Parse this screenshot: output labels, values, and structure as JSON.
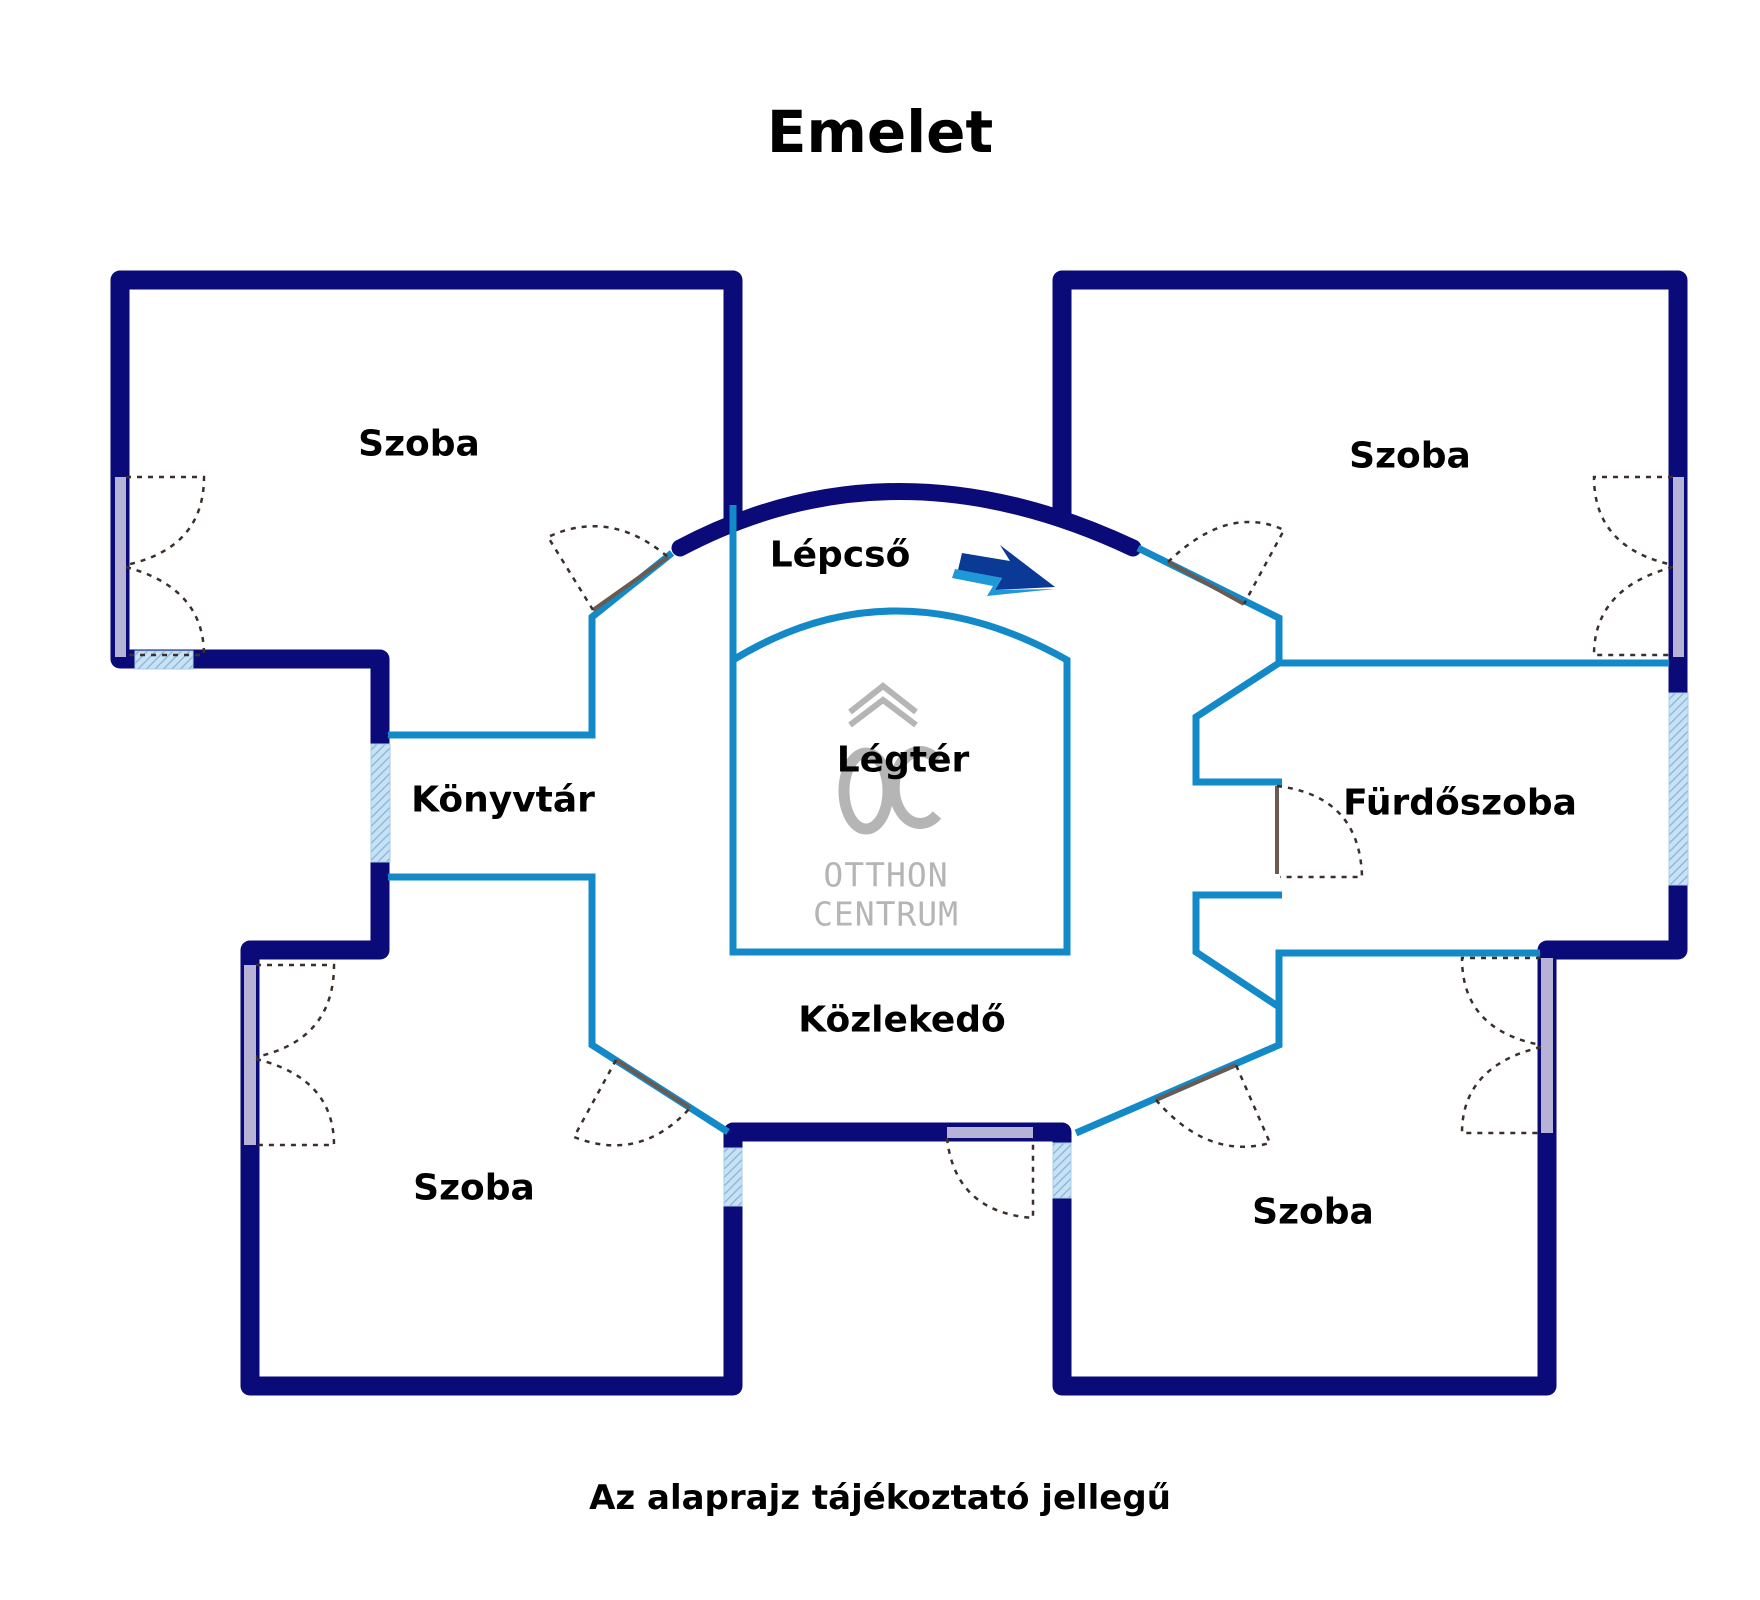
{
  "floor_title": "Emelet",
  "footer_note": "Az alaprajz tájékoztató jellegű",
  "rooms": {
    "top_left": "Szoba",
    "top_right": "Szoba",
    "bottom_left": "Szoba",
    "bottom_right": "Szoba",
    "library": "Könyvtár",
    "staircase": "Lépcső",
    "void": "Légtér",
    "bathroom": "Fürdőszoba",
    "corridor": "Közlekedő"
  },
  "watermark": {
    "monogram": "OC",
    "line1": "OTTHON",
    "line2": "CENTRUM"
  },
  "colors": {
    "outer_wall": "#0a0a78",
    "inner_wall": "#1389c8",
    "window": "#a9cde8",
    "door_leaf": "#6b5a50",
    "watermark": "#b5b5b5"
  }
}
